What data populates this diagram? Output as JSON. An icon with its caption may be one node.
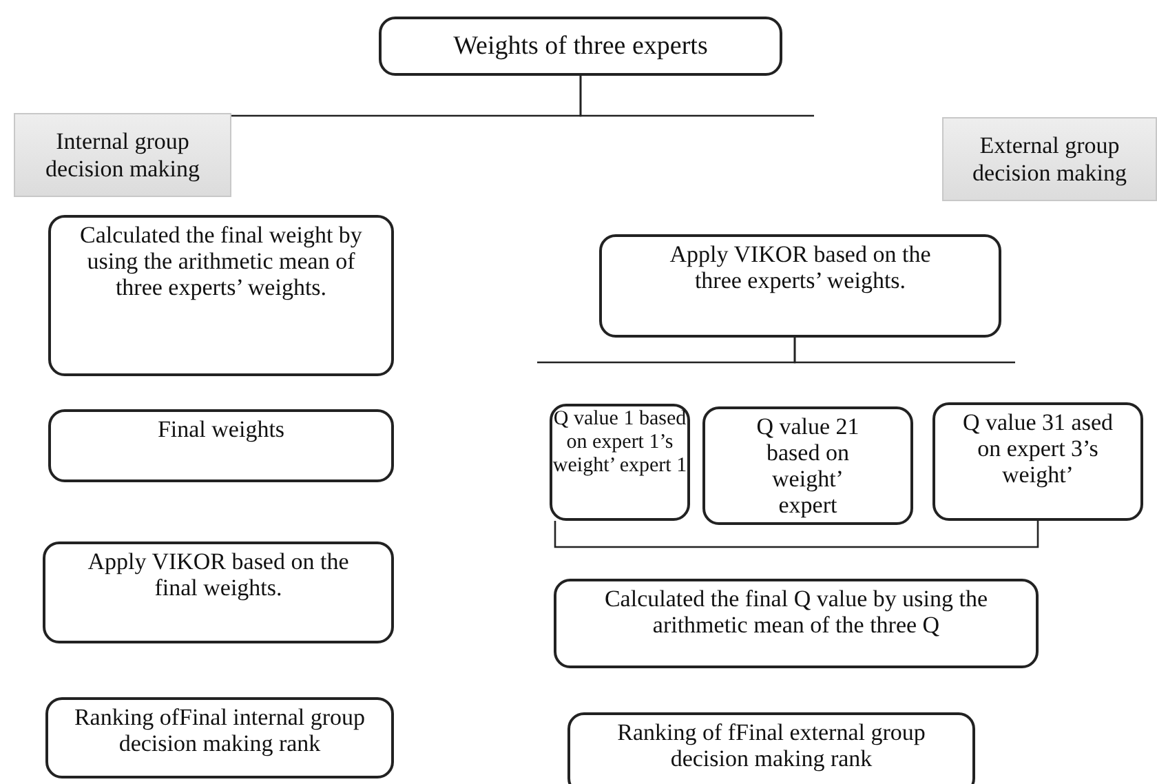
{
  "diagram": {
    "nodes": [
      {
        "text": [
          "Weights of three experts"
        ]
      },
      {
        "text": [
          "Internal group decision making"
        ]
      },
      {
        "text": [
          "External group decision making"
        ]
      },
      {
        "text": [
          "Calculated the final weight by using the arithmetic mean of three experts’ weights."
        ]
      },
      {
        "text": [
          "Final weights"
        ]
      },
      {
        "text": [
          "Apply VIKOR based on the final weights."
        ]
      },
      {
        "text": [
          "Ranking ofFinal internal group decision making rank"
        ]
      },
      {
        "text": [
          "Apply VIKOR based on the three experts’ weights."
        ]
      },
      {
        "text": [
          "Q value 1 based on expert 1’s weight’ expert 1"
        ]
      },
      {
        "text": [
          "Q value 21 based on weight’ expert"
        ]
      },
      {
        "text": [
          "Q value 31 ased on expert 3’s weight’"
        ]
      },
      {
        "text": [
          "Calculated the final Q value by using the arithmetic mean of the three Q"
        ]
      },
      {
        "text": [
          "Ranking of fFinal external group decision making rank"
        ]
      }
    ],
    "edges": [
      {
        "from": 0,
        "to": 1,
        "arrow": "none"
      },
      {
        "from": 0,
        "to": null,
        "arrow": "none"
      },
      {
        "from": 7,
        "to": null,
        "arrow": "none"
      },
      {
        "from": 7,
        "to": null,
        "arrow": "none"
      },
      {
        "from": 8,
        "to": 10,
        "arrow": "none"
      }
    ]
  }
}
